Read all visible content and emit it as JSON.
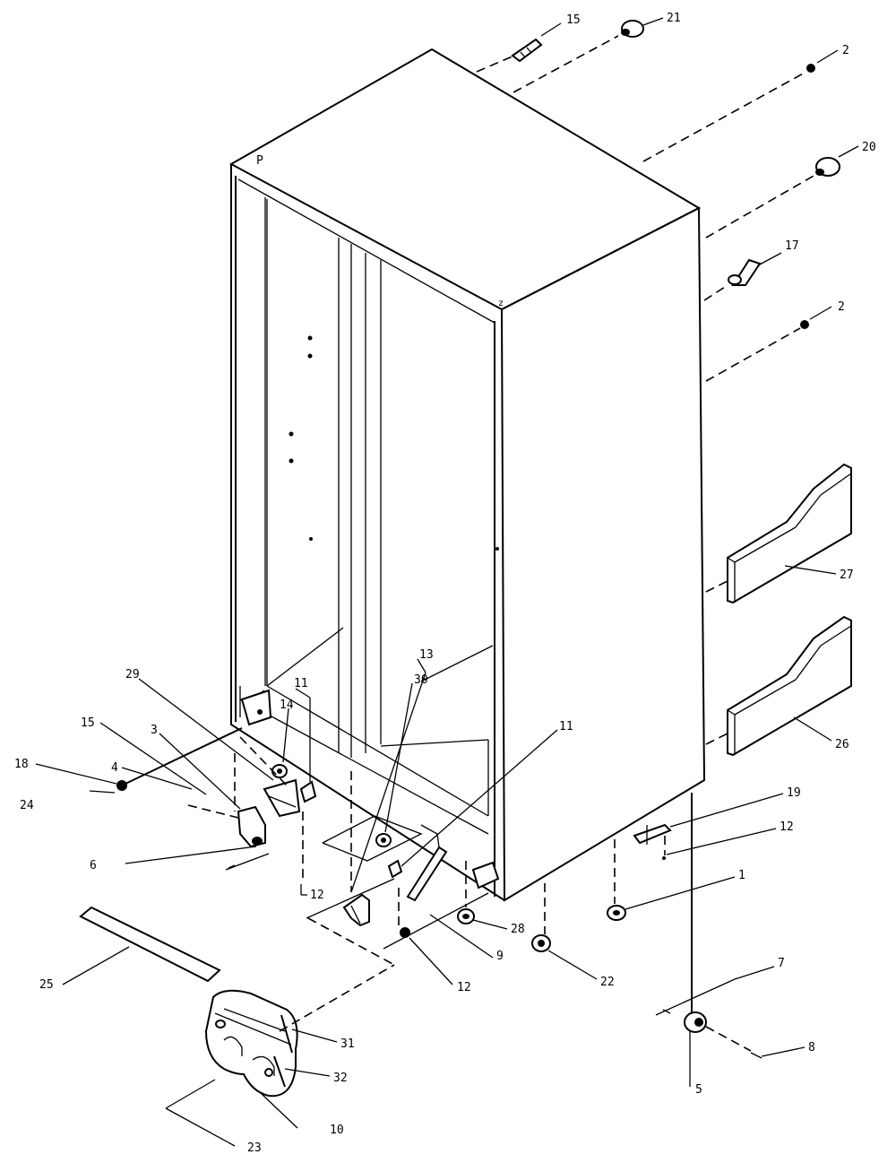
{
  "callouts": [
    "1",
    "2",
    "3",
    "4",
    "5",
    "6",
    "7",
    "8",
    "9",
    "10",
    "11",
    "12",
    "13",
    "14",
    "15",
    "17",
    "18",
    "19",
    "20",
    "21",
    "22",
    "23",
    "24",
    "25",
    "26",
    "27",
    "28",
    "29",
    "30",
    "31",
    "32"
  ],
  "labels": {
    "l15_top": "15",
    "l21": "21",
    "l2_top": "2",
    "l20": "20",
    "l17": "17",
    "l2_mid": "2",
    "l27": "27",
    "l26": "26",
    "l19": "19",
    "l12_right": "12",
    "l1": "1",
    "l7": "7",
    "l8": "8",
    "l5": "5",
    "l22": "22",
    "l28": "28",
    "l9": "9",
    "l12_bottom": "12",
    "l11_right": "11",
    "l13": "13",
    "l30": "30",
    "l11_left": "11",
    "l14": "14",
    "l29": "29",
    "l3": "3",
    "l15_left": "15",
    "l4": "4",
    "l18": "18",
    "l24": "24",
    "l6": "6",
    "l12_left": "12",
    "l25": "25",
    "l31": "31",
    "l32": "32",
    "l10": "10",
    "l23": "23"
  }
}
